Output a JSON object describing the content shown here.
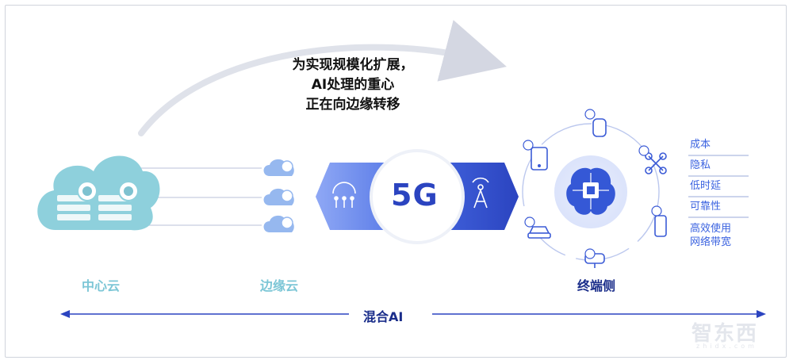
{
  "headline": {
    "line1": "为实现规模化扩展，",
    "line2": "AI处理的重心",
    "line3": "正在向边缘转移"
  },
  "labels": {
    "center_cloud": "中心云",
    "edge_cloud": "边缘云",
    "device_side": "终端侧",
    "hybrid_ai": "混合AI"
  },
  "center_badge": "5G",
  "benefits": [
    "成本",
    "隐私",
    "低时延",
    "可靠性",
    "高效使用",
    "网络带宽"
  ],
  "watermark": "智东西",
  "watermark_sub": "zhidx.com",
  "icons": {
    "cloud": "cloud-server-icon",
    "edge": "edge-cloud-icon",
    "antenna": "antenna-icon",
    "tower": "cell-tower-icon",
    "brain": "ai-brain-chip-icon",
    "devices": [
      "tablet-icon",
      "watch-icon",
      "drone-icon",
      "phone-icon",
      "vr-headset-icon",
      "car-icon"
    ]
  },
  "colors": {
    "cloud": "#8ed0dc",
    "blue_dark": "#2b44c0",
    "blue_light": "#6f8ff2",
    "text_dark": "#1a2d8a",
    "accent_cyan": "#7cc6d6"
  }
}
